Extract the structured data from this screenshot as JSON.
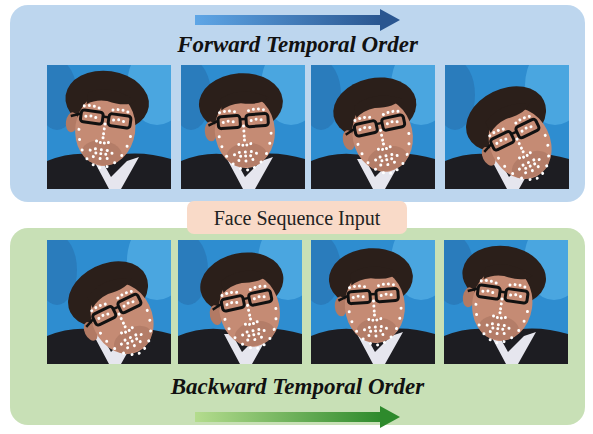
{
  "diagram": {
    "nodes": [
      {
        "text": [
          "Forward Temporal Order"
        ]
      },
      {
        "text": [
          "Face Sequence Input"
        ]
      },
      {
        "text": [
          "Backward Temporal Order"
        ]
      }
    ]
  }
}
